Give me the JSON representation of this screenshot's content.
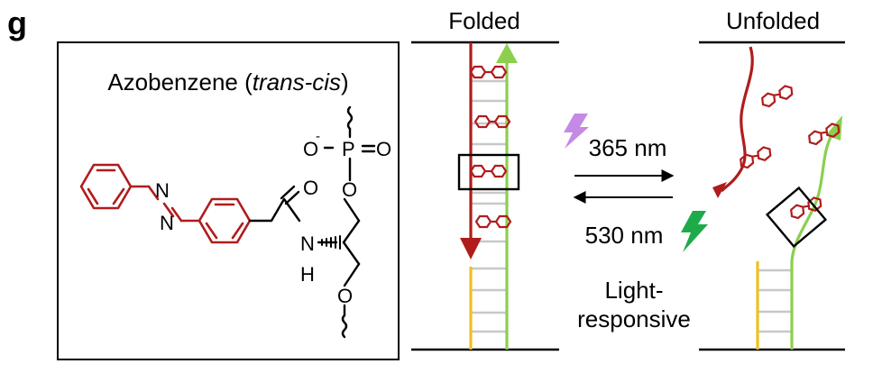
{
  "panel_letter": "g",
  "molecule": {
    "title_prefix": "Azobenzene (",
    "title_italic": "trans-cis",
    "title_suffix": ")",
    "atoms": {
      "n_upper": "N",
      "n_lower": "N",
      "o_carbonyl": "O",
      "nh_n": "N",
      "nh_h": "H",
      "p": "P",
      "o_minus": "O",
      "minus_sign": "-",
      "o_double": "O",
      "o_ester": "O",
      "o_bottom": "O"
    }
  },
  "states": {
    "folded_label": "Folded",
    "unfolded_label": "Unfolded"
  },
  "transitions": {
    "forward_label": "365 nm",
    "reverse_label": "530 nm",
    "caption_line1": "Light-",
    "caption_line2": "responsive"
  },
  "colors": {
    "azo_red": "#b01c1c",
    "strand_green": "#8ccf4e",
    "strand_yellow": "#f0c020",
    "rung_gray": "#c8c8c8",
    "uv_purple": "#c58ae6",
    "vis_green": "#1dab4a"
  }
}
